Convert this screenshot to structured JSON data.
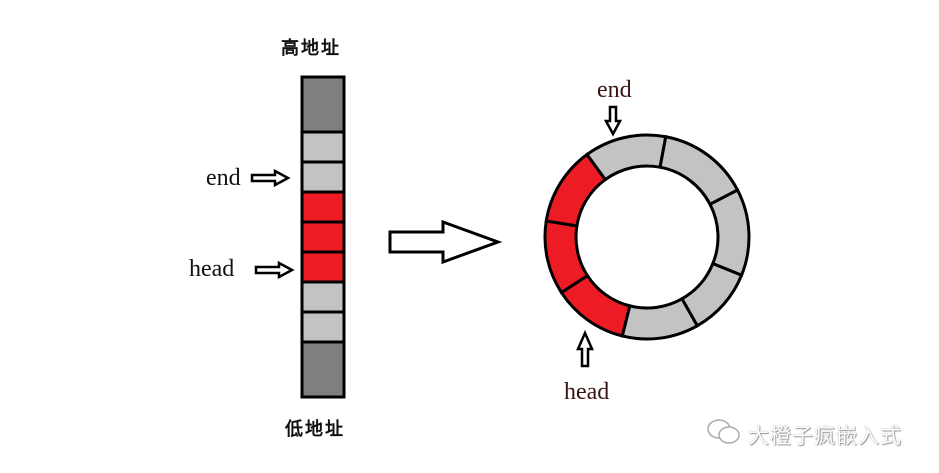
{
  "left": {
    "top_label": "高地址",
    "bottom_label": "低地址",
    "end_label": "end",
    "head_label": "head",
    "cells": [
      "dark",
      "grey",
      "grey",
      "red",
      "red",
      "red",
      "grey",
      "grey",
      "dark"
    ]
  },
  "ring": {
    "end_label": "end",
    "head_label": "head",
    "segments": [
      {
        "from_deg": 104,
        "to_deg": 147,
        "state": "red"
      },
      {
        "from_deg": 147,
        "to_deg": 189,
        "state": "red"
      },
      {
        "from_deg": 189,
        "to_deg": 234,
        "state": "red"
      },
      {
        "from_deg": 234,
        "to_deg": 280.6,
        "state": "grey"
      },
      {
        "from_deg": 280.6,
        "to_deg": 332.6,
        "state": "grey"
      },
      {
        "from_deg": 332.6,
        "to_deg": 382,
        "state": "grey"
      },
      {
        "from_deg": 22,
        "to_deg": 60.5,
        "state": "grey"
      },
      {
        "from_deg": 60.5,
        "to_deg": 104,
        "state": "grey"
      }
    ]
  },
  "watermark": "大橙子疯嵌入式",
  "colors": {
    "dark": "#7f7f7f",
    "grey": "#c3c3c3",
    "red": "#ed1c24",
    "outline": "#000000"
  }
}
